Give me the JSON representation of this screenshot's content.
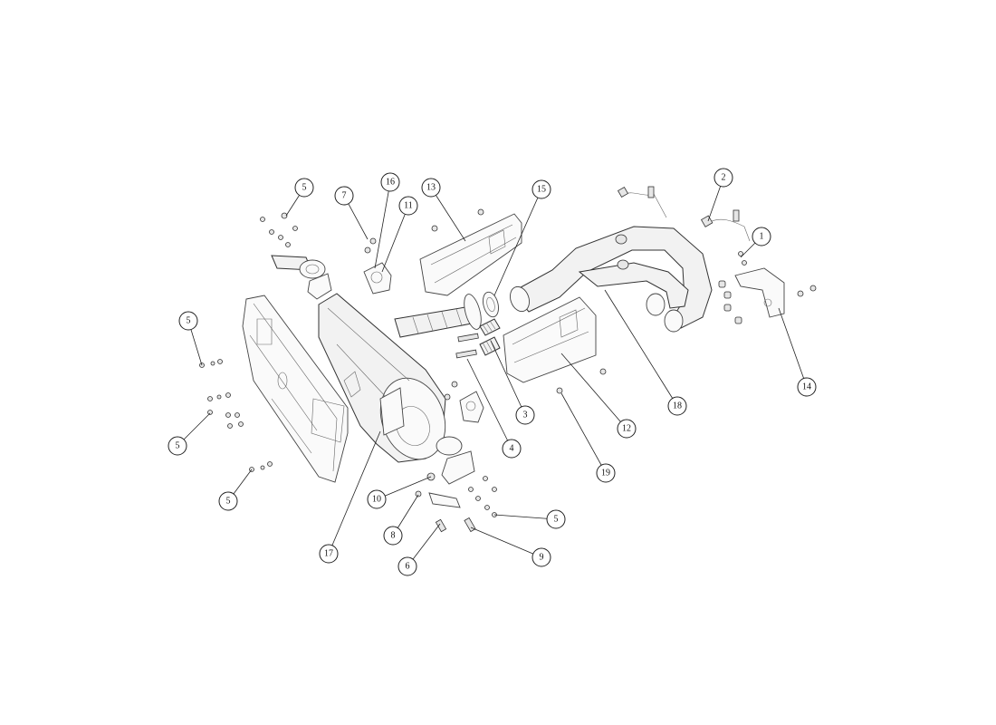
{
  "callouts": {
    "c1": "1",
    "c2": "2",
    "c3": "3",
    "c4": "4",
    "c5a": "5",
    "c5b": "5",
    "c5c": "5",
    "c5d": "5",
    "c5e": "5",
    "c6": "6",
    "c7": "7",
    "c8": "8",
    "c9": "9",
    "c10": "10",
    "c11": "11",
    "c12": "12",
    "c13": "13",
    "c14": "14",
    "c15": "15",
    "c16": "16",
    "c17": "17",
    "c18": "18",
    "c19": "19"
  }
}
